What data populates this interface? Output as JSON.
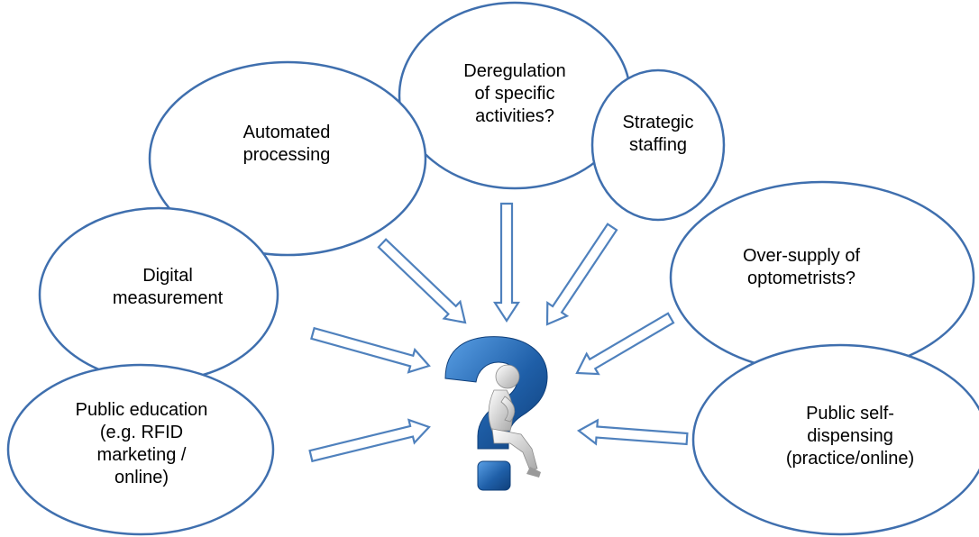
{
  "colors": {
    "ellipse_stroke": "#3f6fae",
    "arrow_stroke": "#4f81bd",
    "question_mark": "#1f5fa8",
    "figure": "#d9d9d9"
  },
  "center_icon": "question-mark-with-thinking-figure",
  "nodes": [
    {
      "id": "deregulation",
      "lines": [
        "Deregulation",
        "of specific",
        "activities?"
      ]
    },
    {
      "id": "automated-processing",
      "lines": [
        "Automated",
        "processing"
      ]
    },
    {
      "id": "strategic-staffing",
      "lines": [
        "Strategic",
        "staffing"
      ]
    },
    {
      "id": "digital-measurement",
      "lines": [
        "Digital",
        "measurement"
      ]
    },
    {
      "id": "over-supply",
      "lines": [
        "Over-supply of",
        "optometrists?"
      ]
    },
    {
      "id": "public-education",
      "lines": [
        "Public education",
        "(e.g. RFID",
        "marketing /",
        "online)"
      ]
    },
    {
      "id": "public-self-dispensing",
      "lines": [
        "Public self-",
        "dispensing",
        "(practice/online)"
      ]
    }
  ]
}
